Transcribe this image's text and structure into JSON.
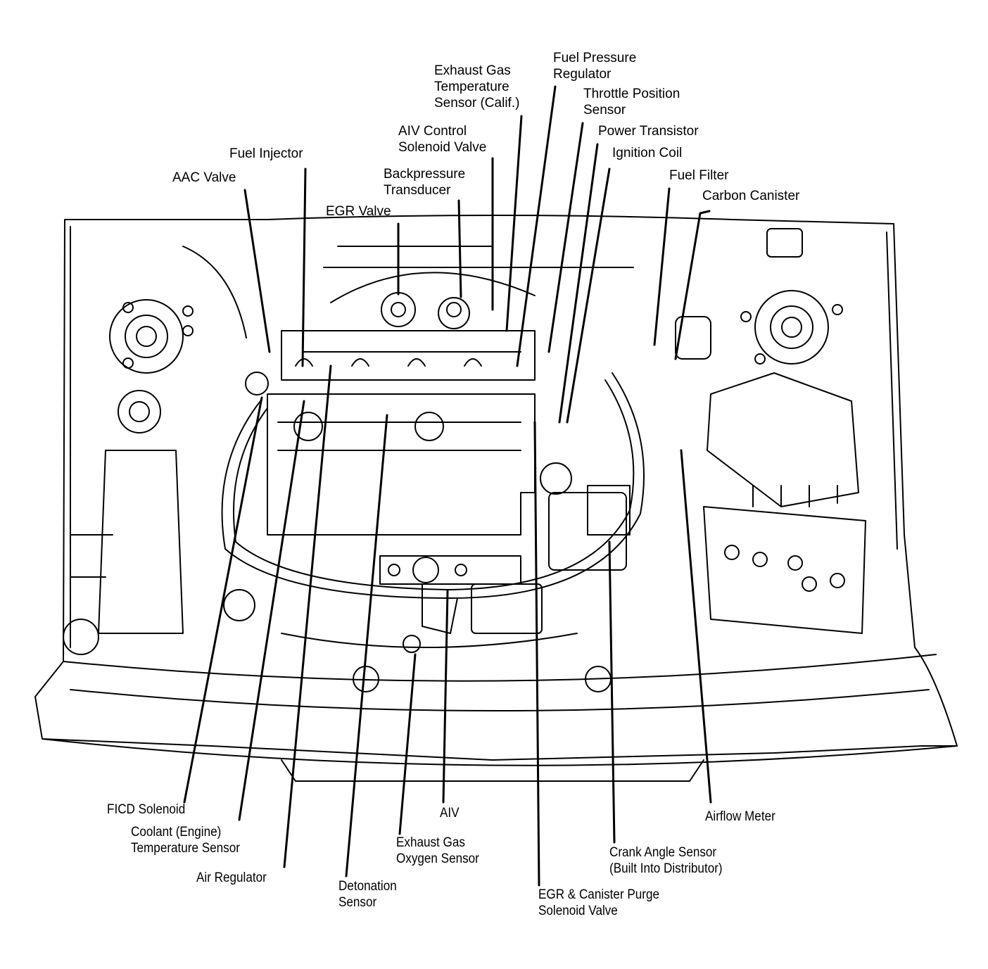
{
  "labels": {
    "exhaust_gas_temp_sensor": [
      "Exhaust Gas",
      "Temperature",
      "Sensor (Calif.)"
    ],
    "fuel_pressure_regulator": [
      "Fuel Pressure",
      "Regulator"
    ],
    "throttle_position_sensor": [
      "Throttle Position",
      "Sensor"
    ],
    "power_transistor": [
      "Power Transistor"
    ],
    "ignition_coil": [
      "Ignition Coil"
    ],
    "aiv_control_solenoid_valve": [
      "AIV Control",
      "Solenoid Valve"
    ],
    "fuel_injector": [
      "Fuel Injector"
    ],
    "aac_valve": [
      "AAC Valve"
    ],
    "backpressure_transducer": [
      "Backpressure",
      "Transducer"
    ],
    "fuel_filter": [
      "Fuel Filter"
    ],
    "carbon_canister": [
      "Carbon Canister"
    ],
    "egr_valve": [
      "EGR Valve"
    ],
    "ficd_solenoid": [
      "FICD Solenoid"
    ],
    "coolant_temp_sensor": [
      "Coolant (Engine)",
      "Temperature Sensor"
    ],
    "air_regulator": [
      "Air Regulator"
    ],
    "detonation_sensor": [
      "Detonation",
      "Sensor"
    ],
    "exhaust_gas_oxygen_sensor": [
      "Exhaust Gas",
      "Oxygen Sensor"
    ],
    "aiv": [
      "AIV"
    ],
    "egr_canister_purge_solenoid": [
      "EGR & Canister Purge",
      "Solenoid Valve"
    ],
    "crank_angle_sensor": [
      "Crank Angle Sensor",
      "(Built Into Distributor)"
    ],
    "airflow_meter": [
      "Airflow Meter"
    ]
  },
  "colors": {
    "ink": "#000000",
    "background": "#ffffff"
  }
}
